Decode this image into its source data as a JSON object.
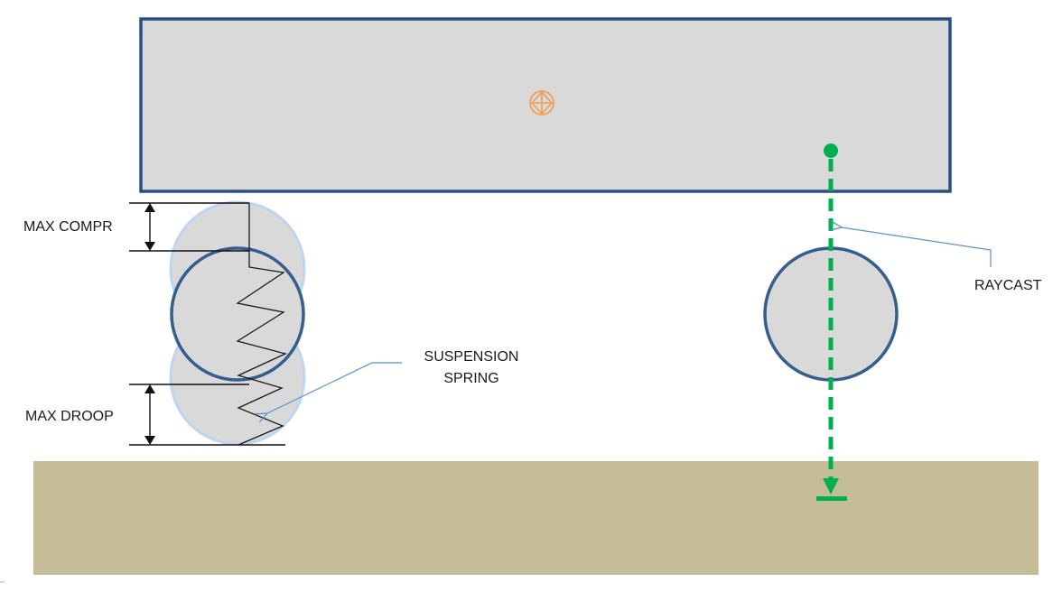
{
  "diagram": {
    "title": "Vehicle suspension and raycast wheel diagram",
    "colors": {
      "body_fill": "#d9d9d9",
      "body_stroke": "#2b4f82",
      "wheel_stroke": "#355e8e",
      "wheel_ghost_fill": "#d9d9d9",
      "wheel_ghost_stroke": "#bed5ef",
      "ground_fill": "#c4bd98",
      "raycast": "#00b050",
      "center_of_mass": "#f49a4c",
      "annotation_line": "#5b8fd0",
      "dimension_line": "#111111"
    },
    "labels": {
      "max_compr": "MAX COMPR",
      "max_droop": "MAX DROOP",
      "suspension_spring_line1": "SUSPENSION",
      "suspension_spring_line2": "SPRING",
      "raycast": "RAYCAST"
    },
    "icons": {
      "center_of_mass": "center-of-mass-icon",
      "raycast_origin": "raycast-origin-dot",
      "raycast_end": "raycast-arrowhead"
    }
  }
}
